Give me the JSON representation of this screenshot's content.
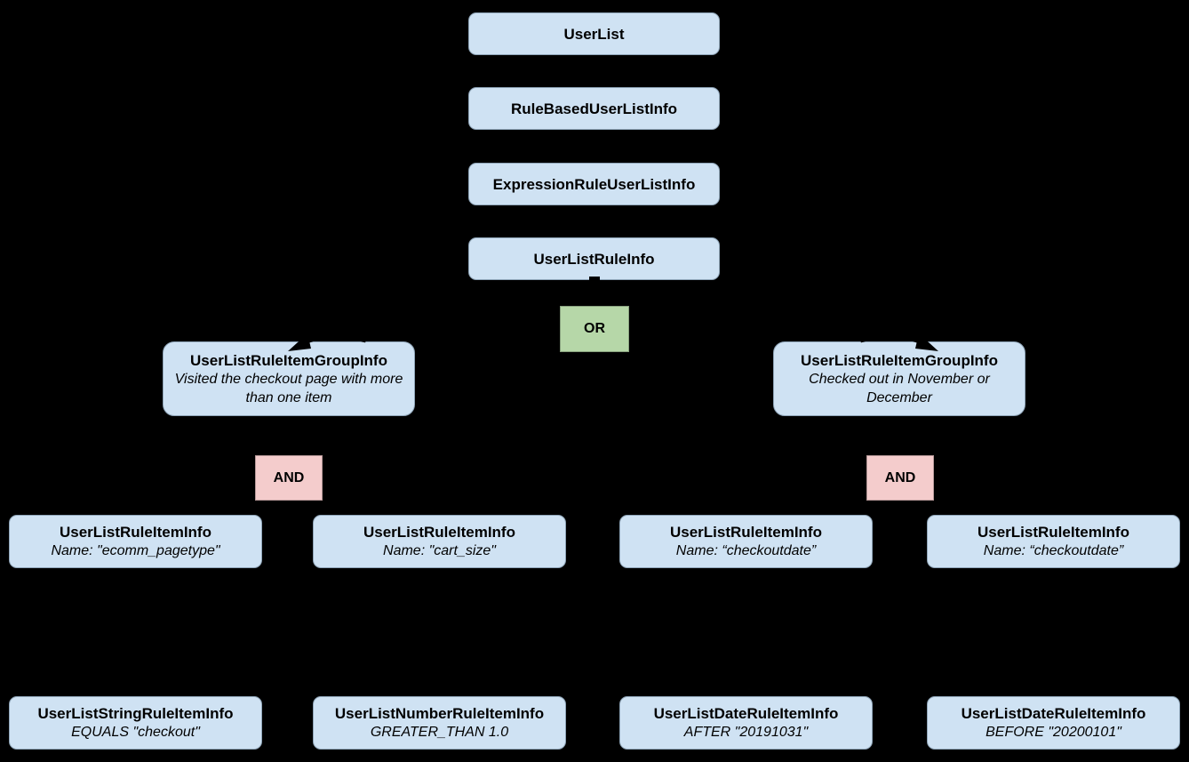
{
  "diagram": {
    "description": "UserList rule hierarchy diagram",
    "colors": {
      "background": "#000000",
      "node_fill": "#cfe2f3",
      "or_fill": "#b6d7a8",
      "and_fill": "#f4cccc",
      "text": "#000000"
    },
    "chain": [
      {
        "label": "UserList"
      },
      {
        "label": "RuleBasedUserListInfo"
      },
      {
        "label": "ExpressionRuleUserListInfo"
      },
      {
        "label": "UserListRuleInfo"
      }
    ],
    "or_operator": {
      "label": "OR"
    },
    "and_operators": [
      {
        "label": "AND"
      },
      {
        "label": "AND"
      }
    ],
    "groups": [
      {
        "title": "UserListRuleItemGroupInfo",
        "subtitle": "Visited the checkout page with more than one item"
      },
      {
        "title": "UserListRuleItemGroupInfo",
        "subtitle": "Checked out in November or December"
      }
    ],
    "rule_items": [
      {
        "title": "UserListRuleItemInfo",
        "subtitle": "Name: \"ecomm_pagetype\""
      },
      {
        "title": "UserListRuleItemInfo",
        "subtitle": "Name: \"cart_size\""
      },
      {
        "title": "UserListRuleItemInfo",
        "subtitle": "Name: “checkoutdate”"
      },
      {
        "title": "UserListRuleItemInfo",
        "subtitle": "Name: “checkoutdate”"
      }
    ],
    "operands": [
      {
        "title": "UserListStringRuleItemInfo",
        "subtitle": "EQUALS \"checkout\""
      },
      {
        "title": "UserListNumberRuleItemInfo",
        "subtitle": "GREATER_THAN 1.0"
      },
      {
        "title": "UserListDateRuleItemInfo",
        "subtitle": "AFTER \"20191031\""
      },
      {
        "title": "UserListDateRuleItemInfo",
        "subtitle": "BEFORE \"20200101\""
      }
    ]
  }
}
